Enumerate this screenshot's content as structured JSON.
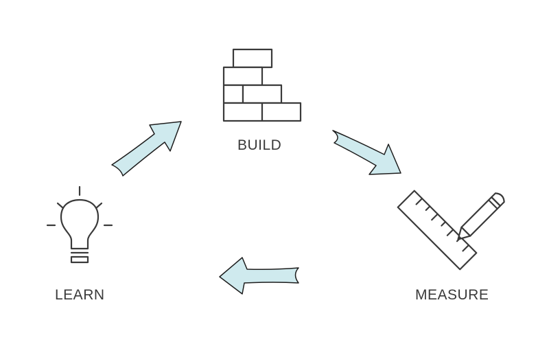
{
  "diagram": {
    "nodes": {
      "build": {
        "label": "BUILD",
        "icon": "brick-wall-icon"
      },
      "measure": {
        "label": "MEASURE",
        "icon": "ruler-pencil-icon"
      },
      "learn": {
        "label": "LEARN",
        "icon": "lightbulb-icon"
      }
    },
    "flow": [
      "build",
      "measure",
      "learn",
      "build"
    ],
    "colors": {
      "arrow_fill": "#cfeaee",
      "arrow_stroke": "#1d1d1d",
      "icon_stroke": "#3a3a3a",
      "label_text": "#3a3a3a",
      "background": "#ffffff"
    }
  }
}
